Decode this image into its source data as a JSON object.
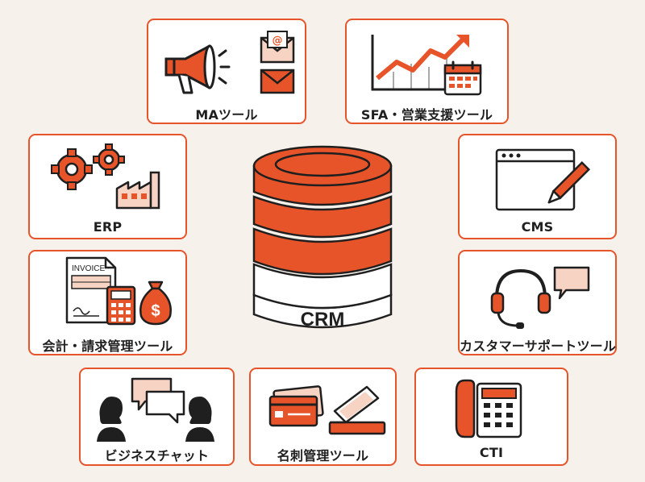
{
  "colors": {
    "background": "#F6F1EA",
    "accent": "#E8542A",
    "accent_light": "#F6D3C3",
    "ink": "#1F1F1F"
  },
  "center": {
    "label": "CRM",
    "icon": "database-icon"
  },
  "cards": [
    {
      "id": "ma",
      "label": "MAツール",
      "icons": [
        "megaphone-icon",
        "email-icon",
        "envelope-icon"
      ]
    },
    {
      "id": "sfa",
      "label": "SFA・営業支援ツール",
      "icons": [
        "growth-chart-icon",
        "calendar-icon"
      ]
    },
    {
      "id": "erp",
      "label": "ERP",
      "icons": [
        "gears-icon",
        "factory-icon"
      ]
    },
    {
      "id": "cms",
      "label": "CMS",
      "icons": [
        "browser-window-icon",
        "pencil-icon"
      ]
    },
    {
      "id": "accounting",
      "label": "会計・請求管理ツール",
      "icons": [
        "invoice-icon",
        "calculator-icon",
        "money-bag-icon"
      ],
      "invoice_text": "INVOICE"
    },
    {
      "id": "support",
      "label": "カスタマーサポートツール",
      "icons": [
        "headset-icon",
        "speech-bubble-icon"
      ]
    },
    {
      "id": "chat",
      "label": "ビジネスチャット",
      "icons": [
        "people-chat-icon",
        "chat-bubbles-icon"
      ]
    },
    {
      "id": "card-mgmt",
      "label": "名刺管理ツール",
      "icons": [
        "business-cards-icon",
        "scanner-icon"
      ]
    },
    {
      "id": "cti",
      "label": "CTI",
      "icons": [
        "desk-phone-icon"
      ]
    }
  ]
}
